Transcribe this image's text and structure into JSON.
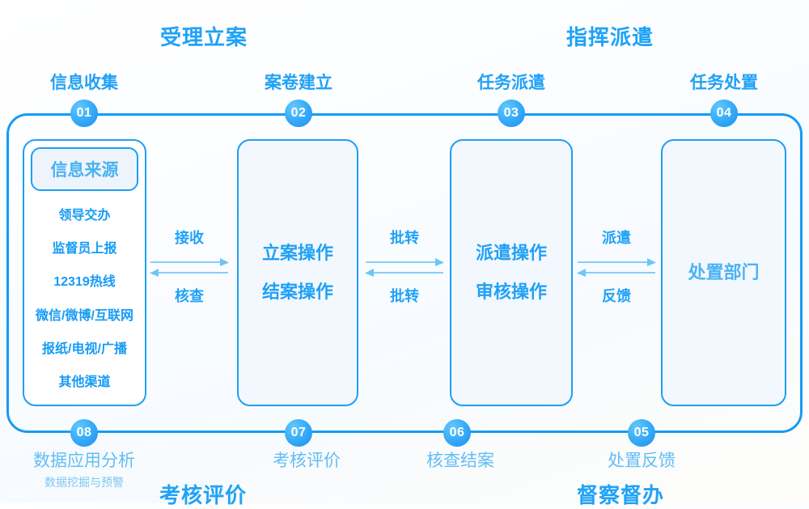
{
  "sections": [
    {
      "id": "accept",
      "label": "受理立案"
    },
    {
      "id": "dispatch",
      "label": "指挥派遣"
    },
    {
      "id": "assess",
      "label": "考核评价"
    },
    {
      "id": "supervise",
      "label": "督察督办"
    }
  ],
  "steps_top": [
    {
      "number": "01",
      "label": "信息收集"
    },
    {
      "number": "02",
      "label": "案卷建立"
    },
    {
      "number": "03",
      "label": "任务派遣"
    },
    {
      "number": "04",
      "label": "任务处置"
    }
  ],
  "steps_bottom": [
    {
      "number": "05",
      "label": "处置反馈",
      "sub": ""
    },
    {
      "number": "06",
      "label": "核查结案",
      "sub": ""
    },
    {
      "number": "07",
      "label": "考核评价",
      "sub": ""
    },
    {
      "number": "08",
      "label": "数据应用分析",
      "sub": "数据挖掘与预警"
    }
  ],
  "source_box": {
    "header": "信息来源",
    "items": [
      "领导交办",
      "监督员上报",
      "12319热线",
      "微信/微博/互联网",
      "报纸/电视/广播",
      "其他渠道"
    ]
  },
  "process_boxes": [
    {
      "id": "case",
      "lines": [
        "立案操作",
        "结案操作"
      ]
    },
    {
      "id": "dispatch",
      "lines": [
        "派遣操作",
        "审核操作"
      ]
    },
    {
      "id": "handle",
      "lines": [
        "处置部门"
      ]
    }
  ],
  "connectors": [
    {
      "id": "conn-1",
      "forward": "接收",
      "backward": "核查"
    },
    {
      "id": "conn-2",
      "forward": "批转",
      "backward": "批转"
    },
    {
      "id": "conn-3",
      "forward": "派遣",
      "backward": "反馈"
    }
  ],
  "colors": {
    "primary": "#1fa2f7",
    "primary_dark": "#1b8ef0",
    "light": "#63bdf5",
    "box_fill": "#f3f8fe",
    "background": "#ffffff"
  }
}
